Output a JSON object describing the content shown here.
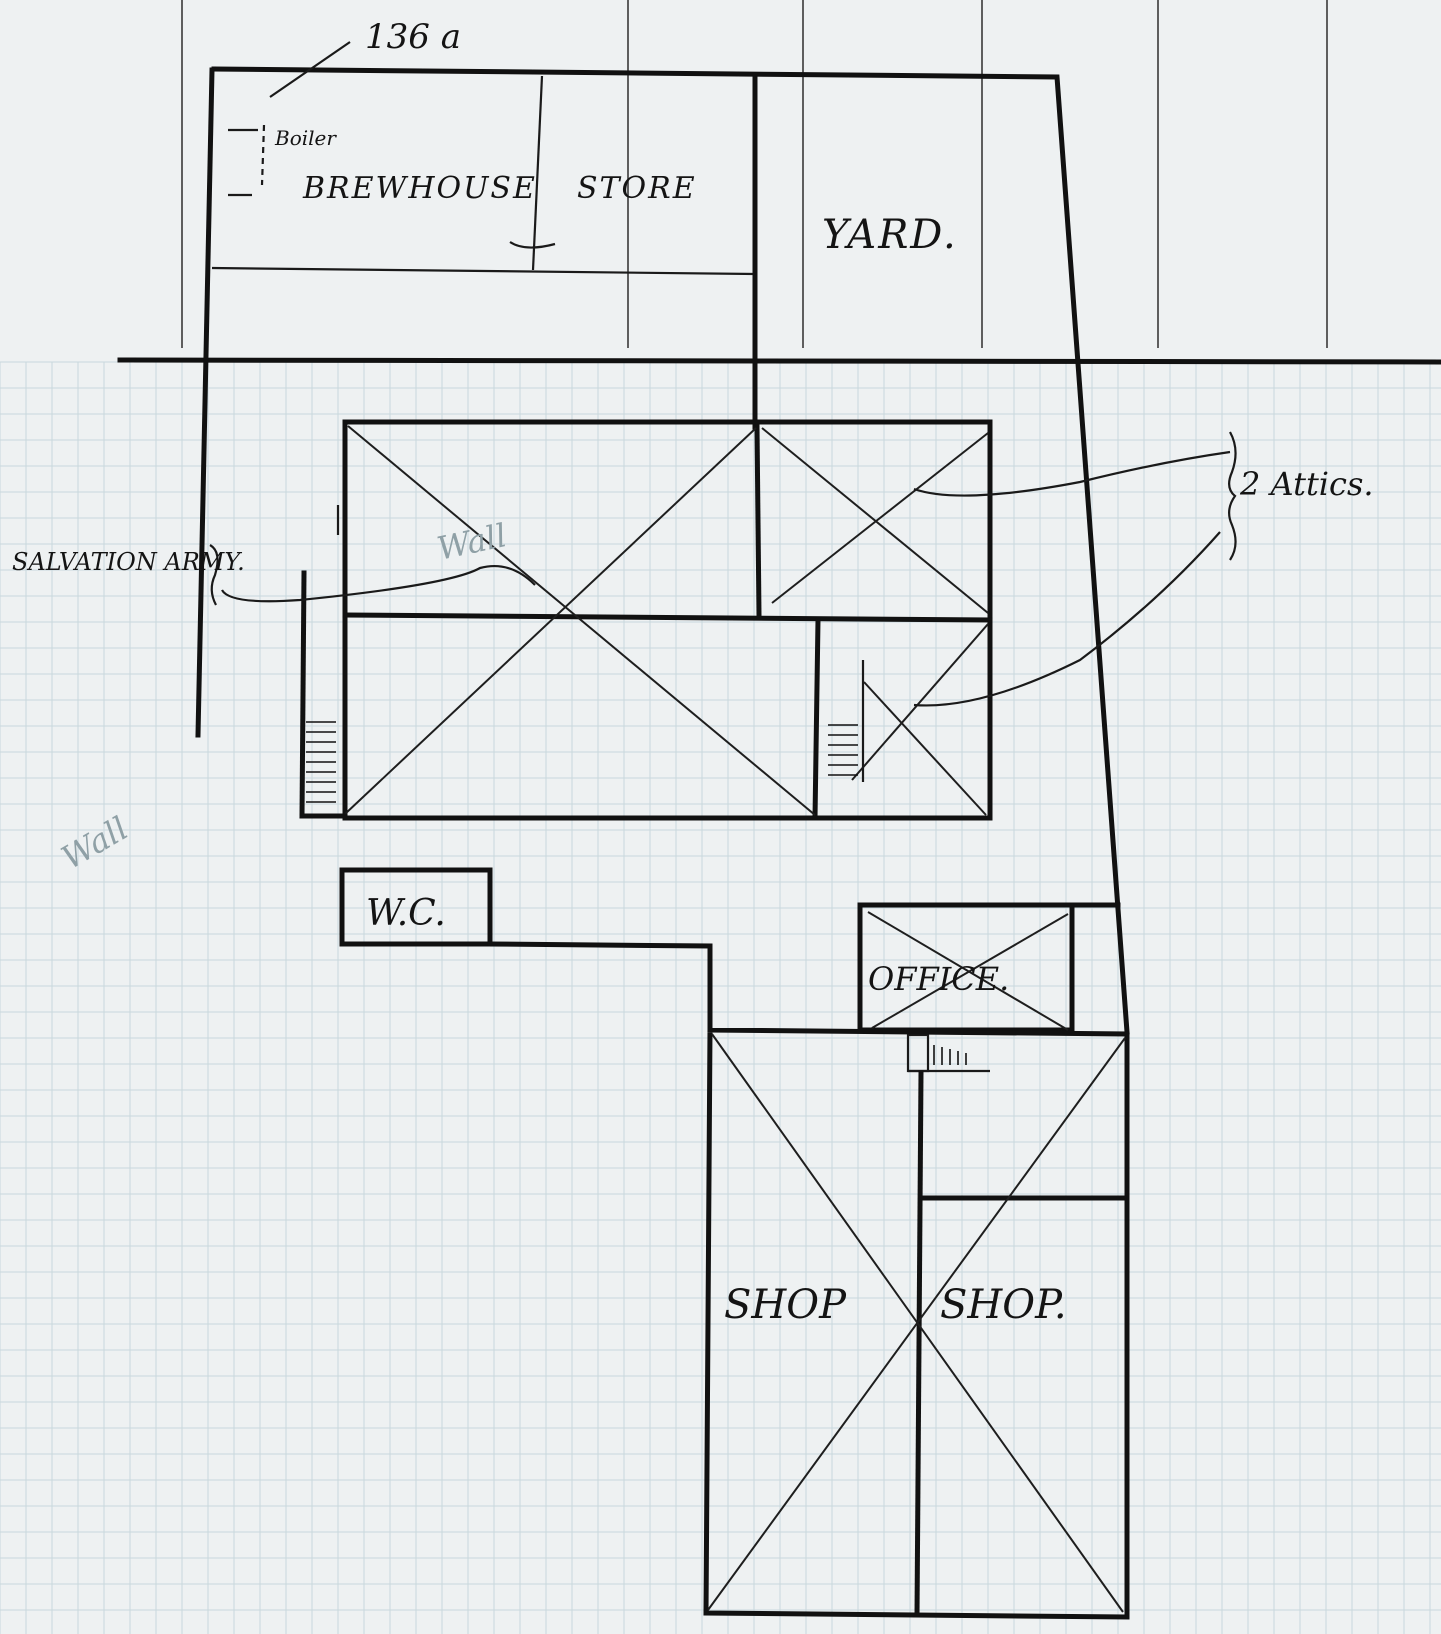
{
  "labels": {
    "number": "136 a",
    "boiler": "Boiler",
    "brewhouse": "BREWHOUSE",
    "store": "STORE",
    "yard": "YARD.",
    "attics": "2 Attics.",
    "salvation_army": "SALVATION ARMY.",
    "wc": "W.C.",
    "office": "OFFICE.",
    "shop_left": "SHOP",
    "shop_right": "SHOP."
  },
  "colors": {
    "paper": "#eef1f2",
    "ink": "#111111",
    "grid": "#c8d7dd"
  }
}
